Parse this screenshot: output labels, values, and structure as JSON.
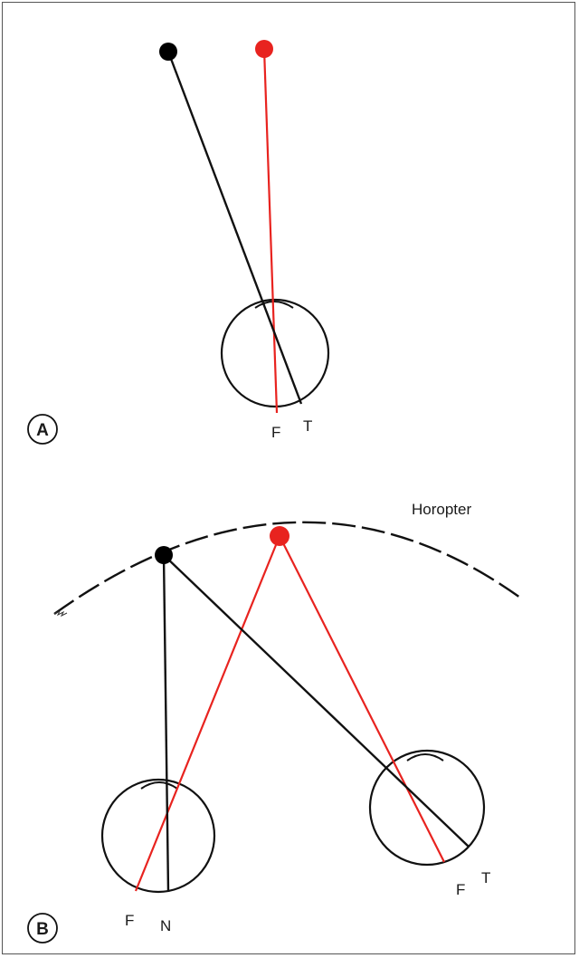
{
  "panel_a": {
    "panel_label": "A",
    "label_f": "F",
    "label_t": "T"
  },
  "panel_b": {
    "panel_label": "B",
    "horopter_label": "Horopter",
    "left_eye_label_f": "F",
    "left_eye_label_n": "N",
    "right_eye_label_t": "T",
    "right_eye_label_f": "F"
  },
  "colors": {
    "fixation": "#e8231f",
    "object": "#000000",
    "line": "#111111"
  }
}
